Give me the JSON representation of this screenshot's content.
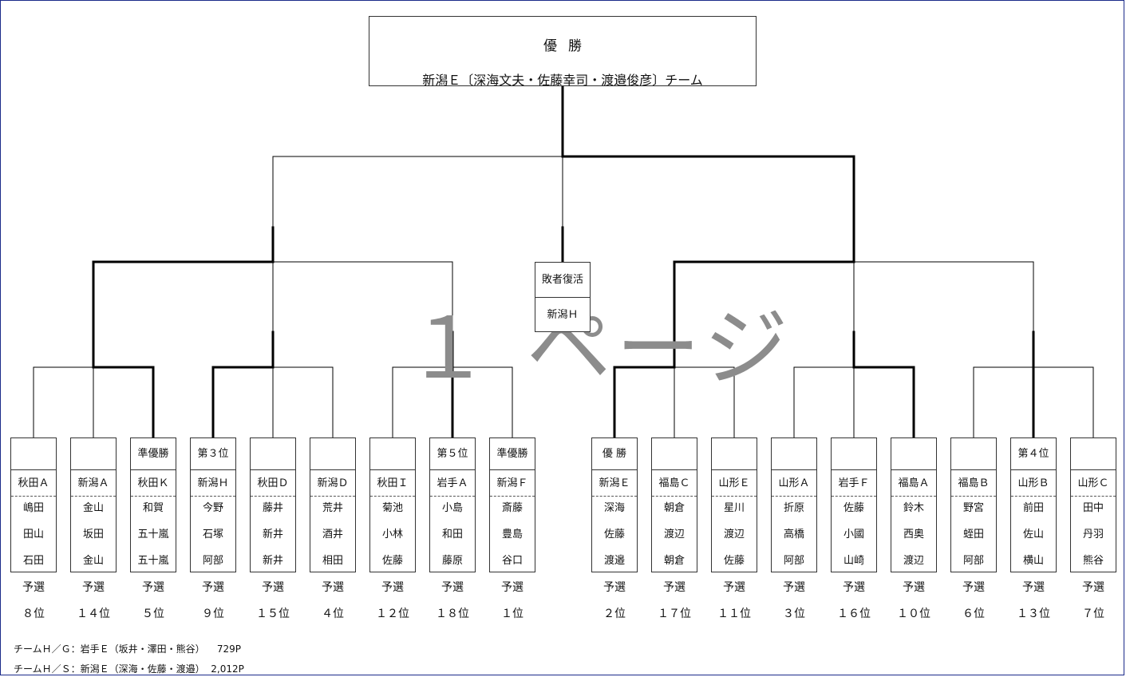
{
  "champion": {
    "label": "優勝",
    "team": "新潟Ｅ〔深海文夫・佐藤幸司・渡邉俊彦〕チーム"
  },
  "repechage": {
    "label": "敗者復活",
    "team": "新潟Ｈ"
  },
  "watermark": "１ ページ",
  "teams": [
    {
      "award": "",
      "name": "秋田Ａ",
      "members": [
        "嶋田",
        "田山",
        "石田"
      ],
      "stage": "予選",
      "rank": "８位"
    },
    {
      "award": "",
      "name": "新潟Ａ",
      "members": [
        "金山",
        "坂田",
        "金山"
      ],
      "stage": "予選",
      "rank": "１４位"
    },
    {
      "award": "準優勝",
      "name": "秋田Ｋ",
      "members": [
        "和賀",
        "五十嵐",
        "五十嵐"
      ],
      "stage": "予選",
      "rank": "５位"
    },
    {
      "award": "第３位",
      "name": "新潟Ｈ",
      "members": [
        "今野",
        "石塚",
        "阿部"
      ],
      "stage": "予選",
      "rank": "９位"
    },
    {
      "award": "",
      "name": "秋田Ｄ",
      "members": [
        "藤井",
        "新井",
        "新井"
      ],
      "stage": "予選",
      "rank": "１５位"
    },
    {
      "award": "",
      "name": "新潟Ｄ",
      "members": [
        "荒井",
        "酒井",
        "相田"
      ],
      "stage": "予選",
      "rank": "４位"
    },
    {
      "award": "",
      "name": "秋田Ｉ",
      "members": [
        "菊池",
        "小林",
        "佐藤"
      ],
      "stage": "予選",
      "rank": "１２位"
    },
    {
      "award": "第５位",
      "name": "岩手Ａ",
      "members": [
        "小島",
        "和田",
        "藤原"
      ],
      "stage": "予選",
      "rank": "１８位"
    },
    {
      "award": "準優勝",
      "name": "新潟Ｆ",
      "members": [
        "斎藤",
        "豊島",
        "谷口"
      ],
      "stage": "予選",
      "rank": "１位"
    },
    {
      "award": "優 勝",
      "name": "新潟Ｅ",
      "members": [
        "深海",
        "佐藤",
        "渡邉"
      ],
      "stage": "予選",
      "rank": "２位"
    },
    {
      "award": "",
      "name": "福島Ｃ",
      "members": [
        "朝倉",
        "渡辺",
        "朝倉"
      ],
      "stage": "予選",
      "rank": "１７位"
    },
    {
      "award": "",
      "name": "山形Ｅ",
      "members": [
        "星川",
        "渡辺",
        "佐藤"
      ],
      "stage": "予選",
      "rank": "１１位"
    },
    {
      "award": "",
      "name": "山形Ａ",
      "members": [
        "折原",
        "高橋",
        "阿部"
      ],
      "stage": "予選",
      "rank": "３位"
    },
    {
      "award": "",
      "name": "岩手Ｆ",
      "members": [
        "佐藤",
        "小國",
        "山崎"
      ],
      "stage": "予選",
      "rank": "１６位"
    },
    {
      "award": "",
      "name": "福島Ａ",
      "members": [
        "鈴木",
        "西奥",
        "渡辺"
      ],
      "stage": "予選",
      "rank": "１０位"
    },
    {
      "award": "",
      "name": "福島Ｂ",
      "members": [
        "野宮",
        "蛭田",
        "阿部"
      ],
      "stage": "予選",
      "rank": "６位"
    },
    {
      "award": "第４位",
      "name": "山形Ｂ",
      "members": [
        "前田",
        "佐山",
        "横山"
      ],
      "stage": "予選",
      "rank": "１３位"
    },
    {
      "award": "",
      "name": "山形Ｃ",
      "members": [
        "田中",
        "丹羽",
        "熊谷"
      ],
      "stage": "予選",
      "rank": "７位"
    }
  ],
  "footer": [
    "チームＨ／Ｇ：岩手Ｅ（坂井・澤田・熊谷）    729P",
    "チームＨ／Ｓ：新潟Ｅ（深海・佐藤・渡邉）  2,012P"
  ]
}
